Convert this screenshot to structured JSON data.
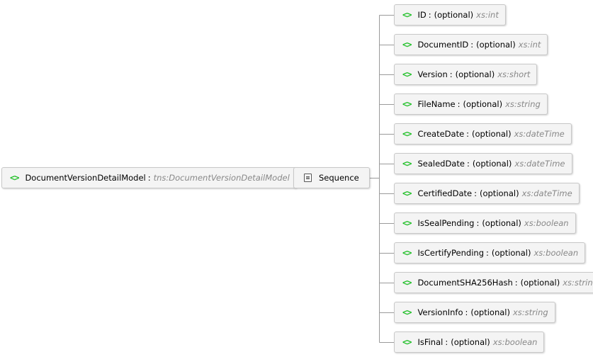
{
  "root": {
    "name": "DocumentVersionDetailModel",
    "type": "tns:DocumentVersionDetailModel"
  },
  "compositor": {
    "label": "Sequence"
  },
  "elements": [
    {
      "name": "ID",
      "optional": "(optional)",
      "type": "xs:int"
    },
    {
      "name": "DocumentID",
      "optional": "(optional)",
      "type": "xs:int"
    },
    {
      "name": "Version",
      "optional": "(optional)",
      "type": "xs:short"
    },
    {
      "name": "FileName",
      "optional": "(optional)",
      "type": "xs:string"
    },
    {
      "name": "CreateDate",
      "optional": "(optional)",
      "type": "xs:dateTime"
    },
    {
      "name": "SealedDate",
      "optional": "(optional)",
      "type": "xs:dateTime"
    },
    {
      "name": "CertifiedDate",
      "optional": "(optional)",
      "type": "xs:dateTime"
    },
    {
      "name": "IsSealPending",
      "optional": "(optional)",
      "type": "xs:boolean"
    },
    {
      "name": "IsCertifyPending",
      "optional": "(optional)",
      "type": "xs:boolean"
    },
    {
      "name": "DocumentSHA256Hash",
      "optional": "(optional)",
      "type": "xs:string"
    },
    {
      "name": "VersionInfo",
      "optional": "(optional)",
      "type": "xs:string"
    },
    {
      "name": "IsFinal",
      "optional": "(optional)",
      "type": "xs:boolean"
    }
  ],
  "icons": {
    "element": "element-icon",
    "sequence": "sequence-icon"
  },
  "colors": {
    "element_icon": "#23c02a",
    "type_text": "#888888",
    "node_bg": "#f4f4f4",
    "connector": "#9a9a9a"
  }
}
